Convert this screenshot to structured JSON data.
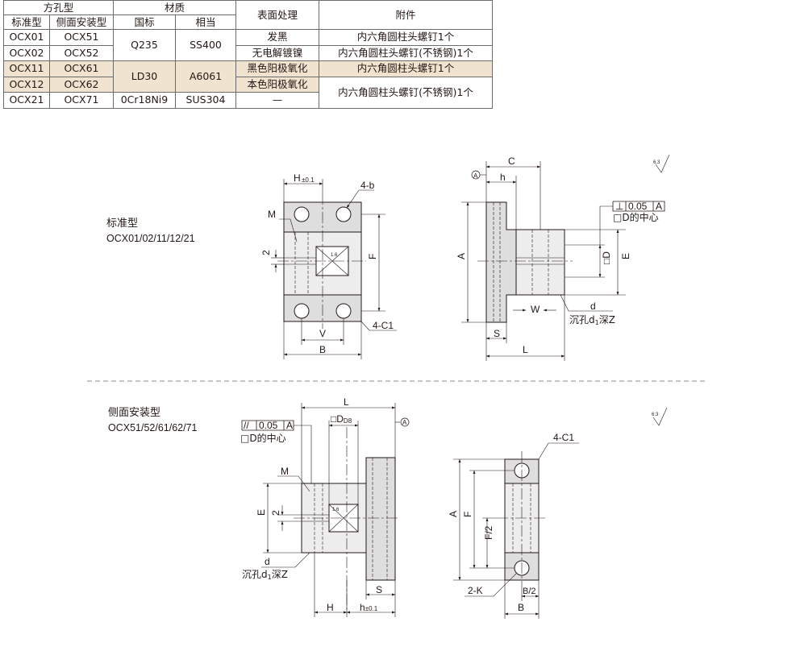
{
  "table": {
    "headers": {
      "hole_type": "方孔型",
      "standard": "标准型",
      "side_mount": "侧面安装型",
      "material": "材质",
      "gb": "国标",
      "equivalent": "相当",
      "surface": "表面处理",
      "accessory": "附件"
    },
    "rows": [
      {
        "std": "OCX01",
        "side": "OCX51",
        "gb": "Q235",
        "eq": "SS400",
        "surface": "发黑",
        "acc": "内六角圆柱头螺钉1个"
      },
      {
        "std": "OCX02",
        "side": "OCX52",
        "surface": "无电解镀镍",
        "acc": "内六角圆柱头螺钉(不锈钢)1个"
      },
      {
        "std": "OCX11",
        "side": "OCX61",
        "gb": "LD30",
        "eq": "A6061",
        "surface": "黑色阳极氧化",
        "acc": "内六角圆柱头螺钉1个"
      },
      {
        "std": "OCX12",
        "side": "OCX62",
        "surface": "本色阳极氧化",
        "acc": "内六角圆柱头螺钉(不锈钢)1个"
      },
      {
        "std": "OCX21",
        "side": "OCX71",
        "gb": "0Cr18Ni9",
        "eq": "SUS304",
        "surface": "—"
      }
    ]
  },
  "section1": {
    "title": "标准型",
    "models": "OCX01/02/11/12/21"
  },
  "section2": {
    "title": "侧面安装型",
    "models": "OCX51/52/61/62/71"
  },
  "labels": {
    "H_tol": "H",
    "tol": "±0.1",
    "b4": "4-b",
    "M": "M",
    "two": "2",
    "F": "F",
    "V": "V",
    "B": "B",
    "C1": "4-C1",
    "C": "C",
    "h": "h",
    "A": "A",
    "datumA": "A",
    "perp": "⊥",
    "val005": "0.05",
    "D_center": "□D的中心",
    "D": "□D",
    "D8": "D8",
    "E": "E",
    "W": "W",
    "d": "d",
    "sink": "沉孔d",
    "sub1": "1",
    "depthZ": "深Z",
    "S": "S",
    "L": "L",
    "parallel": "//",
    "K2": "2-K",
    "B2": "B/2",
    "F2": "F/2",
    "rough": "6.3",
    "r16": "1.6"
  }
}
